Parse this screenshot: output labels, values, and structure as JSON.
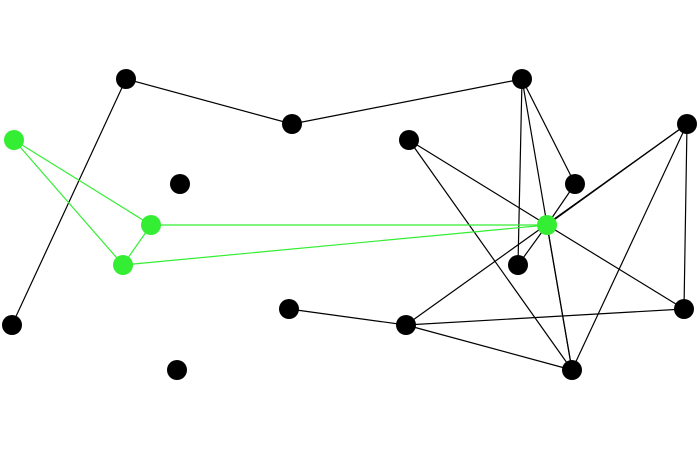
{
  "graph": {
    "colors": {
      "background": "#ffffff",
      "default_node": "#000000",
      "default_edge": "#000000",
      "highlight_node": "#33ee33",
      "highlight_edge": "#33ee33"
    },
    "node_ids": [
      "n1",
      "n2",
      "n3",
      "n4",
      "n5",
      "n6",
      "n7",
      "n8",
      "n9",
      "n10",
      "n11",
      "n12",
      "n13",
      "n14",
      "n15",
      "n16",
      "n17"
    ],
    "highlighted_nodes": [
      "n5",
      "n6",
      "n7",
      "n13"
    ],
    "edges": [
      {
        "from": "n1",
        "to": "n2",
        "highlighted": false
      },
      {
        "from": "n2",
        "to": "n3",
        "highlighted": false
      },
      {
        "from": "n1",
        "to": "n8",
        "highlighted": false
      },
      {
        "from": "n3",
        "to": "n11",
        "highlighted": false
      },
      {
        "from": "n3",
        "to": "n12",
        "highlighted": false
      },
      {
        "from": "n3",
        "to": "n17",
        "highlighted": false
      },
      {
        "from": "n10",
        "to": "n13",
        "highlighted": false
      },
      {
        "from": "n10",
        "to": "n17",
        "highlighted": false
      },
      {
        "from": "n11",
        "to": "n13",
        "highlighted": false
      },
      {
        "from": "n12",
        "to": "n13",
        "highlighted": false
      },
      {
        "from": "n4",
        "to": "n13",
        "highlighted": false
      },
      {
        "from": "n4",
        "to": "n17",
        "highlighted": false
      },
      {
        "from": "n4",
        "to": "n16",
        "highlighted": false
      },
      {
        "from": "n4",
        "to": "n14",
        "highlighted": false
      },
      {
        "from": "n13",
        "to": "n16",
        "highlighted": false
      },
      {
        "from": "n13",
        "to": "n17",
        "highlighted": false
      },
      {
        "from": "n14",
        "to": "n15",
        "highlighted": false
      },
      {
        "from": "n14",
        "to": "n16",
        "highlighted": false
      },
      {
        "from": "n14",
        "to": "n17",
        "highlighted": false
      },
      {
        "from": "n5",
        "to": "n6",
        "highlighted": true
      },
      {
        "from": "n5",
        "to": "n7",
        "highlighted": true
      },
      {
        "from": "n6",
        "to": "n7",
        "highlighted": true
      },
      {
        "from": "n6",
        "to": "n13",
        "highlighted": true
      },
      {
        "from": "n7",
        "to": "n13",
        "highlighted": true
      }
    ]
  }
}
